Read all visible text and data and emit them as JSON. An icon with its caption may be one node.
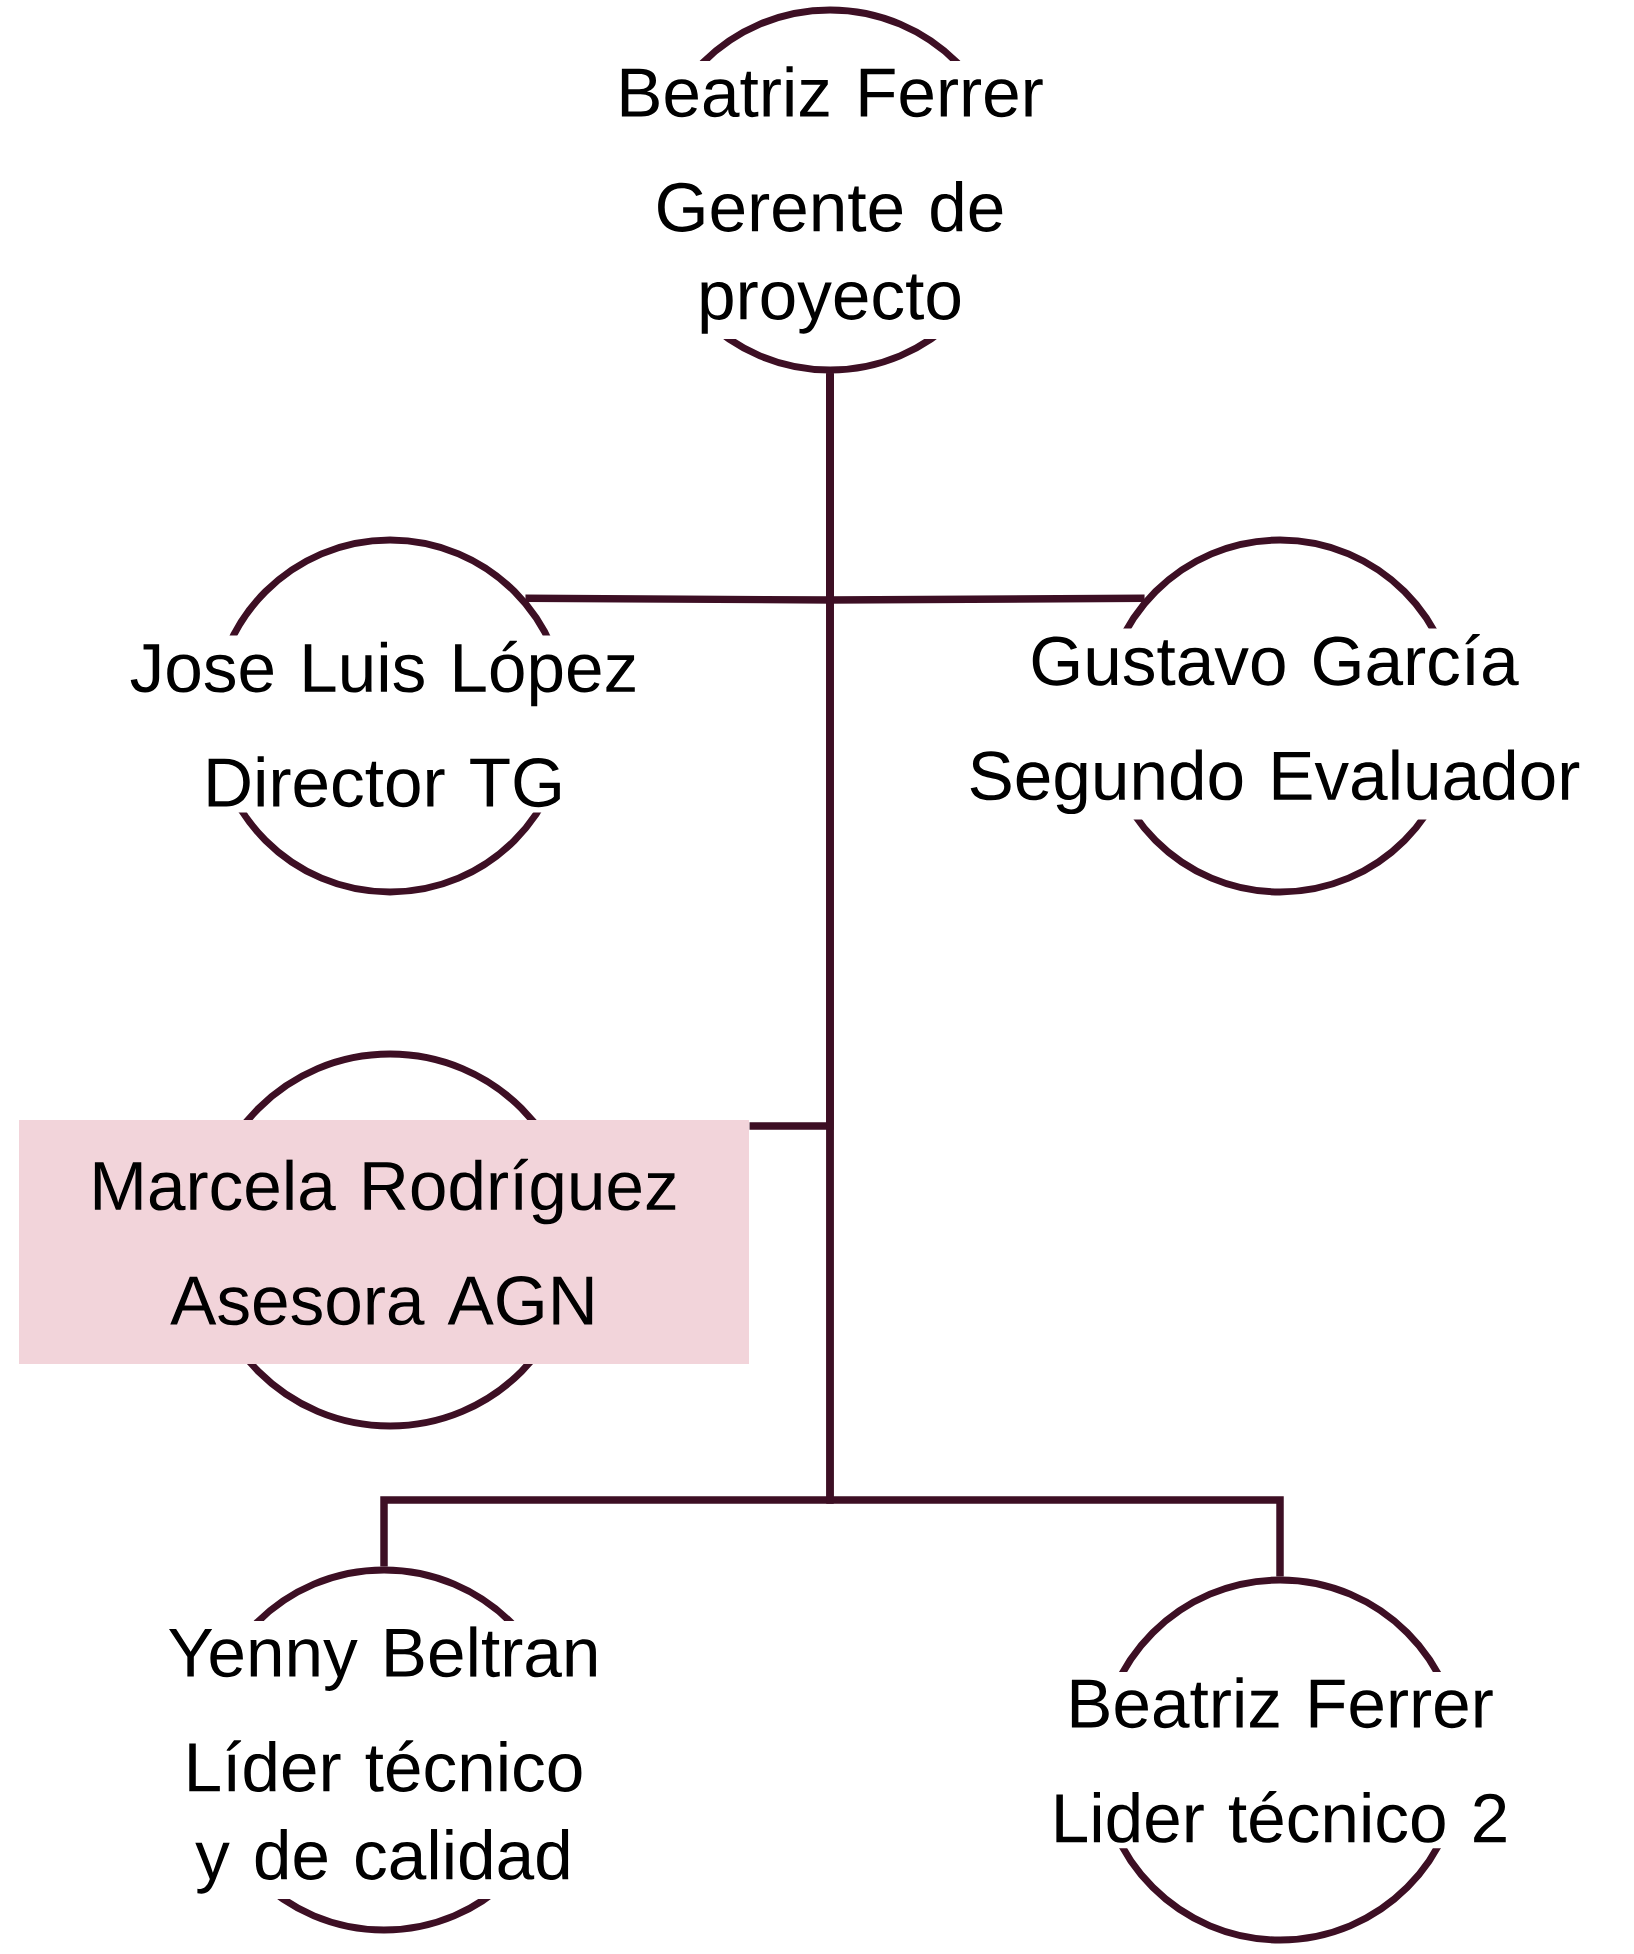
{
  "diagram": {
    "nodes": [
      {
        "text": [
          "Beatriz Ferrer",
          "Gerente de proyecto"
        ]
      },
      {
        "text": [
          "Jose Luis López",
          "Director TG"
        ]
      },
      {
        "text": [
          "Gustavo García",
          "Segundo Evaluador"
        ]
      },
      {
        "text": [
          "Marcela Rodríguez",
          "Asesora AGN"
        ]
      },
      {
        "text": [
          "Yenny Beltran",
          "Líder técnico y de calidad"
        ]
      },
      {
        "text": [
          "Beatriz Ferrer",
          "Lider técnico 2"
        ]
      }
    ],
    "edges": [
      {
        "from": 0,
        "to": 1,
        "arrow": "none"
      },
      {
        "from": 0,
        "to": 2,
        "arrow": "none"
      },
      {
        "from": 0,
        "to": 3,
        "arrow": "none"
      },
      {
        "from": 0,
        "to": 4,
        "arrow": "none"
      },
      {
        "from": 0,
        "to": 5,
        "arrow": "none"
      }
    ]
  }
}
